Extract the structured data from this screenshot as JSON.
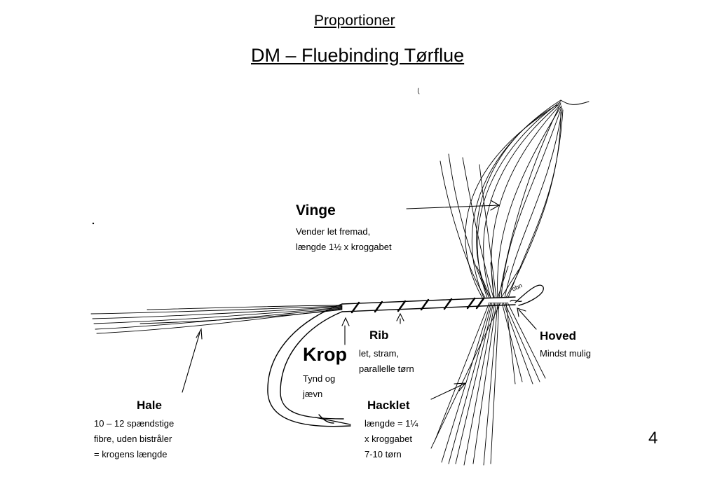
{
  "header": {
    "heading": "Proportioner",
    "title": "DM – Fluebinding Tørflue"
  },
  "labels": {
    "vinge": {
      "name": "Vinge",
      "lines": [
        "Vender let fremad,",
        "længde 1½ x kroggabet"
      ]
    },
    "rib": {
      "name": "Rib",
      "lines": [
        "let, stram,",
        "parallelle tørn"
      ]
    },
    "hoved": {
      "name": "Hoved",
      "lines": [
        "Mindst mulig"
      ]
    },
    "krop": {
      "name": "Krop",
      "lines": [
        "Tynd og",
        "jævn"
      ]
    },
    "hale": {
      "name": "Hale",
      "lines": [
        "10 – 12 spændstige",
        "fibre, uden bistråler",
        "= krogens længde"
      ]
    },
    "hacklet": {
      "name": "Hacklet",
      "lines": [
        "længde = 1¼",
        "x kroggabet",
        "7-10 tørn"
      ]
    }
  },
  "eye_mark": "obn",
  "page_number": "4",
  "colors": {
    "ink": "#000000",
    "paper": "#ffffff"
  }
}
